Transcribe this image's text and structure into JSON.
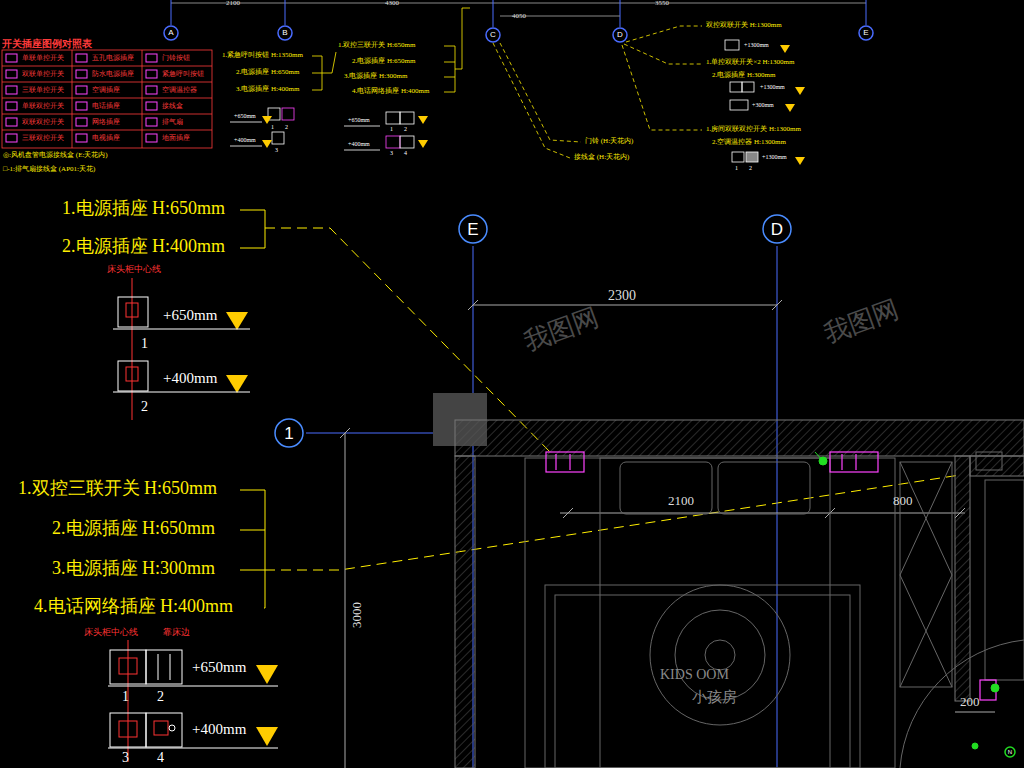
{
  "diagram": {
    "title": "开关插座图例对照表",
    "nodes": [
      {
        "text": [
          "A"
        ]
      },
      {
        "text": [
          "B"
        ]
      },
      {
        "text": [
          "C"
        ]
      },
      {
        "text": [
          "D"
        ]
      },
      {
        "text": [
          "E"
        ]
      },
      {
        "text": [
          "E"
        ]
      },
      {
        "text": [
          "D"
        ]
      },
      {
        "text": [
          "1"
        ]
      },
      {
        "text": [
          "N"
        ]
      }
    ],
    "labels": [
      "2100",
      "4300",
      "4050",
      "3550",
      "◎:风机盘管电源接线盒 (E:天花内)",
      "□-1:排气扇接线盒 (AP01:天花)",
      "1.紧急呼叫按钮 H:1350mm",
      "2.电源插座 H:650mm",
      "3.电源插座 H:400mm",
      "+650mm",
      "+400mm",
      "1",
      "2",
      "3",
      "1.双控三联开关 H:650mm",
      "2.电源插座 H:650mm",
      "3.电源插座 H:300mm",
      "4.电话网络插座 H:400mm",
      "+650mm",
      "+400mm",
      "1",
      "2",
      "3",
      "4",
      "门铃 (H:天花内)",
      "接线盒 (H:天花内)",
      "双控双联开关 H:1300mm",
      "+1300mm",
      "1.单控双联开关×2 H:1300mm",
      "2.电源插座 H:300mm",
      "+1300mm",
      "+300mm",
      "1.房间双联双控开关 H:1300mm",
      "2.空调温控器 H:1300mm",
      "+1300mm",
      "1",
      "2",
      "1.电源插座 H:650mm",
      "2.电源插座 H:400mm",
      "床头柜中心线",
      "+650mm",
      "1",
      "+400mm",
      "2",
      "1.双控三联开关 H:650mm",
      "2.电源插座 H:650mm",
      "3.电源插座 H:300mm",
      "4.电话网络插座 H:400mm",
      "床头柜中心线",
      "靠床边",
      "+650mm",
      "1",
      "2",
      "+400mm",
      "3",
      "4",
      "2300",
      "2100",
      "800",
      "3000",
      "200",
      "KIDS OOM",
      "小孩房",
      "我图网",
      "我图网"
    ],
    "legend": [
      {
        "text": "单联单控开关"
      },
      {
        "text": "双联单控开关"
      },
      {
        "text": "三联单控开关"
      },
      {
        "text": "单联双控开关"
      },
      {
        "text": "双联双控开关"
      },
      {
        "text": "三联双控开关"
      },
      {
        "text": "五孔电源插座"
      },
      {
        "text": "防水电源插座"
      },
      {
        "text": "空调插座"
      },
      {
        "text": "电话插座"
      },
      {
        "text": "网络插座"
      },
      {
        "text": "电视插座"
      },
      {
        "text": "门铃按钮"
      },
      {
        "text": "紧急呼叫按钮"
      },
      {
        "text": "空调温控器"
      },
      {
        "text": "接线盒"
      },
      {
        "text": "排气扇"
      },
      {
        "text": "地面插座"
      }
    ]
  }
}
